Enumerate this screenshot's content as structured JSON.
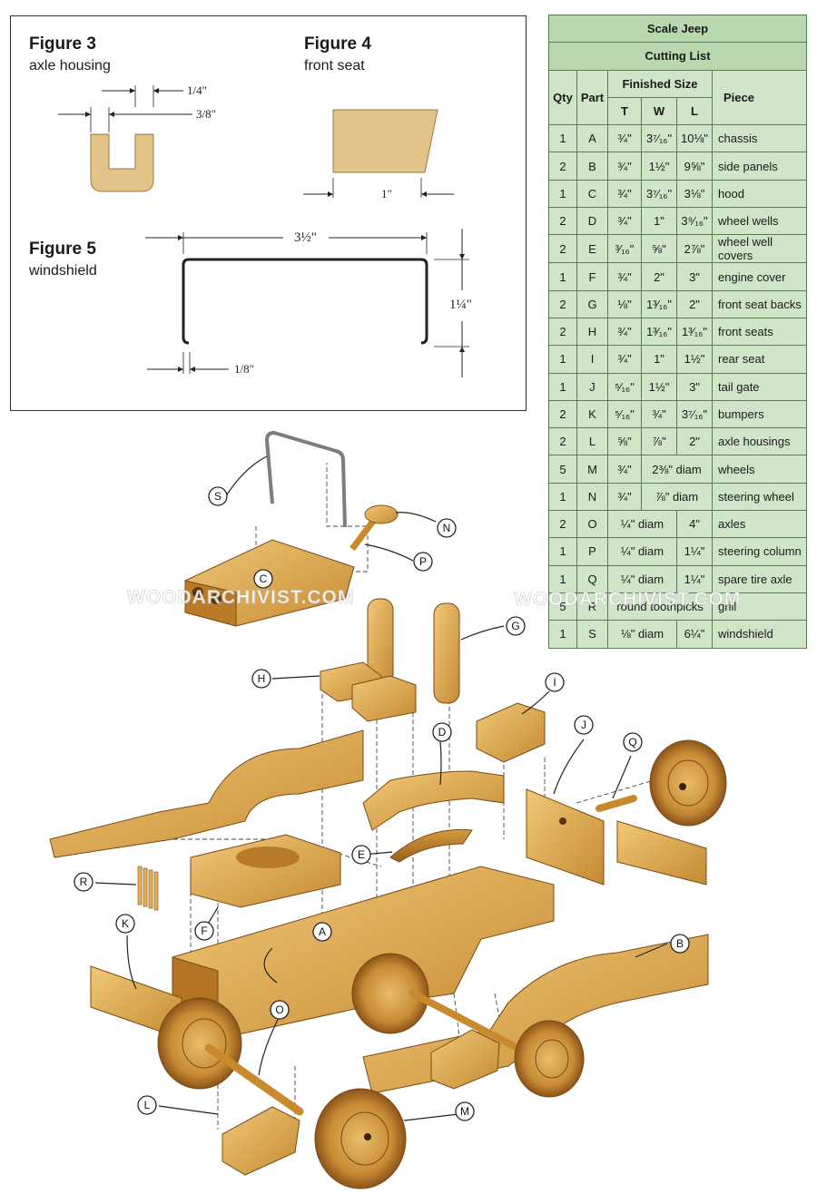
{
  "figures": {
    "fig3": {
      "title": "Figure 3",
      "subtitle": "axle housing",
      "dim_a": "1/4\"",
      "dim_b": "3/8\""
    },
    "fig4": {
      "title": "Figure 4",
      "subtitle": "front seat",
      "dim_a": "1\""
    },
    "fig5": {
      "title": "Figure 5",
      "subtitle": "windshield",
      "dim_width": "3½\"",
      "dim_height": "1¼\"",
      "dim_wire": "1/8\""
    }
  },
  "cutting_list": {
    "title": "Scale Jeep",
    "subtitle": "Cutting List",
    "headers": {
      "qty": "Qty",
      "part": "Part",
      "finished": "Finished Size",
      "t": "T",
      "w": "W",
      "l": "L",
      "piece": "Piece"
    },
    "rows": [
      {
        "qty": "1",
        "part": "A",
        "t": "¾\"",
        "w": "3⁷⁄₁₆\"",
        "l": "10⅛\"",
        "piece": "chassis"
      },
      {
        "qty": "2",
        "part": "B",
        "t": "¾\"",
        "w": "1½\"",
        "l": "9⅝\"",
        "piece": "side panels"
      },
      {
        "qty": "1",
        "part": "C",
        "t": "¾\"",
        "w": "3⁷⁄₁₆\"",
        "l": "3⅛\"",
        "piece": "hood"
      },
      {
        "qty": "2",
        "part": "D",
        "t": "¾\"",
        "w": "1\"",
        "l": "3⁹⁄₁₆\"",
        "piece": "wheel wells"
      },
      {
        "qty": "2",
        "part": "E",
        "t": "³⁄₁₆\"",
        "w": "⅝\"",
        "l": "2⅞\"",
        "piece": "wheel well covers"
      },
      {
        "qty": "1",
        "part": "F",
        "t": "¾\"",
        "w": "2\"",
        "l": "3\"",
        "piece": "engine cover"
      },
      {
        "qty": "2",
        "part": "G",
        "t": "⅛\"",
        "w": "1³⁄₁₆\"",
        "l": "2\"",
        "piece": "front seat backs"
      },
      {
        "qty": "2",
        "part": "H",
        "t": "¾\"",
        "w": "1³⁄₁₆\"",
        "l": "1³⁄₁₆\"",
        "piece": "front seats"
      },
      {
        "qty": "1",
        "part": "I",
        "t": "¾\"",
        "w": "1\"",
        "l": "1½\"",
        "piece": "rear seat"
      },
      {
        "qty": "1",
        "part": "J",
        "t": "⁵⁄₁₆\"",
        "w": "1½\"",
        "l": "3\"",
        "piece": "tail gate"
      },
      {
        "qty": "2",
        "part": "K",
        "t": "⁵⁄₁₆\"",
        "w": "¾\"",
        "l": "3⁷⁄₁₆\"",
        "piece": "bumpers"
      },
      {
        "qty": "2",
        "part": "L",
        "t": "⅝\"",
        "w": "⅞\"",
        "l": "2\"",
        "piece": "axle housings"
      },
      {
        "qty": "5",
        "part": "M",
        "t": "¾\"",
        "wl": "2⅜\" diam",
        "piece": "wheels"
      },
      {
        "qty": "1",
        "part": "N",
        "t": "¾\"",
        "wl": "⅞\" diam",
        "piece": "steering wheel"
      },
      {
        "qty": "2",
        "part": "O",
        "tw": "¼\" diam",
        "l": "4\"",
        "piece": "axles"
      },
      {
        "qty": "1",
        "part": "P",
        "tw": "¼\" diam",
        "l": "1¼\"",
        "piece": "steering column"
      },
      {
        "qty": "1",
        "part": "Q",
        "tw": "¼\" diam",
        "l": "1¼\"",
        "piece": "spare tire axle"
      },
      {
        "qty": "5",
        "part": "R",
        "twl": "round toothpicks",
        "piece": "grill"
      },
      {
        "qty": "1",
        "part": "S",
        "tw": "⅛\" diam",
        "l": "6¼\"",
        "piece": "windshield"
      }
    ]
  },
  "diagram": {
    "callouts": [
      "A",
      "B",
      "C",
      "D",
      "E",
      "F",
      "G",
      "H",
      "I",
      "J",
      "K",
      "L",
      "M",
      "N",
      "O",
      "P",
      "Q",
      "R",
      "S"
    ],
    "watermark_left": "WOODARCHIVIST.COM",
    "watermark_right": "WOODARCHIVIST.COM",
    "colors": {
      "wood_light": "#e2b25a",
      "wood_mid": "#c98a2e",
      "wood_dark": "#8a5418",
      "table_bg": "#cfe5c7"
    }
  }
}
